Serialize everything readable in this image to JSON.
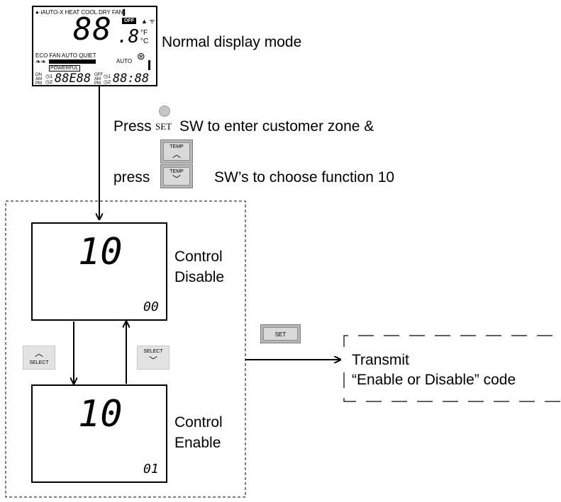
{
  "lcd_display": {
    "mode_row": "iAUTO-X HEAT COOL DRY FAN",
    "off_badge": "OFF",
    "main_digits": "88",
    "decimal_digit": ".8",
    "unit_f": "°F",
    "unit_c": "°C",
    "eco_row": "ECO FAN AUTO QUIET",
    "powerful": "POWERFUL",
    "auto": "AUTO",
    "on_am_pm": "ON AM PM",
    "timer_left": "88E88",
    "off_am_pm": "OFF AM PM",
    "timer_right": "88:88"
  },
  "normal_mode_label": "Normal display mode",
  "instruction_line1_pre": "Press",
  "set_small_label": "SET",
  "instruction_line1_post": "SW to enter customer zone &",
  "instruction_line2_pre": "press",
  "instruction_line2_post": "SW’s to choose function 10",
  "temp_button_label": "TEMP",
  "top_box": {
    "code": "10",
    "sub_code": "00",
    "label_line1": "Control",
    "label_line2": "Disable"
  },
  "bottom_box": {
    "code": "10",
    "sub_code": "01",
    "label_line1": "Control",
    "label_line2": "Enable"
  },
  "select_button_label": "SELECT",
  "set_button_label": "SET",
  "transmit_line1": "Transmit",
  "transmit_line2": "“Enable or Disable” code"
}
